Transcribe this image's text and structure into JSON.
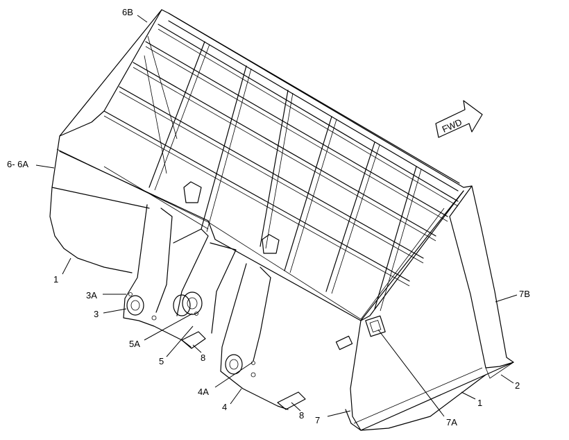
{
  "diagram": {
    "callouts": [
      "6B",
      "6- 6A",
      "1",
      "3A",
      "3",
      "5A",
      "5",
      "8",
      "4A",
      "4",
      "8",
      "7",
      "7A",
      "1",
      "2",
      "7B"
    ],
    "fwd_label": "FWD"
  }
}
